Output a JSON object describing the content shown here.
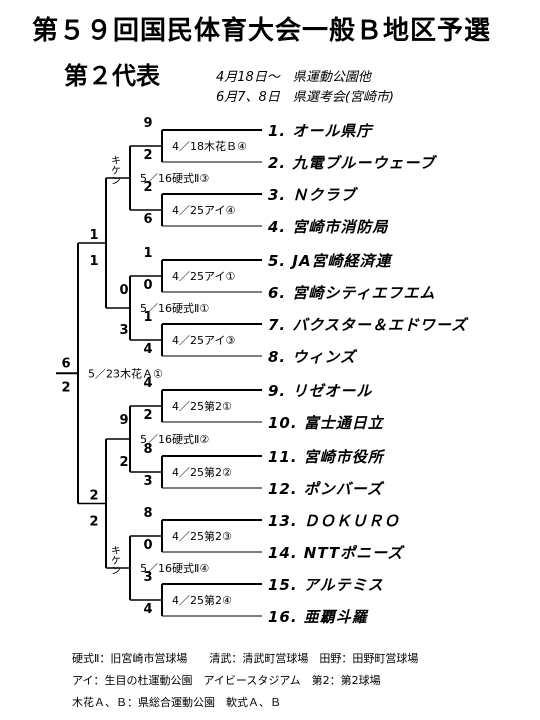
{
  "header": {
    "title": "第５９回国民体育大会一般Ｂ地区予選",
    "subtitle": "第２代表",
    "schedule": [
      "4月18日～　県運動公園他",
      "6月7、8日　県選考会(宮崎市)"
    ]
  },
  "teams": [
    "1. オール県庁",
    "2. 九電ブルーウェーブ",
    "3. Ｎクラブ",
    "4. 宮崎市消防局",
    "5. JA宮崎経済連",
    "6. 宮崎シティエフエム",
    "7. バクスター＆エドワーズ",
    "8. ウィンズ",
    "9. リゼオール",
    "10. 富士通日立",
    "11. 宮崎市役所",
    "12. ポンバーズ",
    "13. ＤＯＫＵＲＯ",
    "14. NTTポニーズ",
    "15. アルテミス",
    "16. 亜覇斗羅"
  ],
  "round1": [
    {
      "scores": [
        "9",
        "2"
      ],
      "label": "4／18木花Ｂ④"
    },
    {
      "scores": [
        "2",
        "6"
      ],
      "label": "4／25アイ④"
    },
    {
      "scores": [
        "1",
        "0"
      ],
      "label": "4／25アイ①"
    },
    {
      "scores": [
        "1",
        "4"
      ],
      "label": "4／25アイ③"
    },
    {
      "scores": [
        "4",
        "2"
      ],
      "label": "4／25第2①"
    },
    {
      "scores": [
        "8",
        "3"
      ],
      "label": "4／25第2②"
    },
    {
      "scores": [
        "8",
        "0"
      ],
      "label": "4／25第2③"
    },
    {
      "scores": [
        "3",
        "4"
      ],
      "label": "4／25第2④"
    }
  ],
  "round2": [
    {
      "scores": [
        "",
        ""
      ],
      "label": "5／16硬式Ⅱ③",
      "note": "キケン"
    },
    {
      "scores": [
        "0",
        "3"
      ],
      "label": "5／16硬式Ⅱ①",
      "note": ""
    },
    {
      "scores": [
        "9",
        "2"
      ],
      "label": "5／16硬式Ⅱ②",
      "note": ""
    },
    {
      "scores": [
        "",
        ""
      ],
      "label": "5／16硬式Ⅱ④",
      "note": "キケン"
    }
  ],
  "round3": [
    {
      "scores": [
        "1",
        "1"
      ],
      "label": ""
    },
    {
      "scores": [
        "2",
        "2"
      ],
      "label": ""
    }
  ],
  "final": {
    "scores": [
      "6",
      "2"
    ],
    "label": "5／23木花Ａ①"
  },
  "legend": [
    "硬式Ⅱ：旧宮崎市営球場　　清武：清武町営球場　田野：田野町営球場",
    "アイ：生目の杜運動公園　アイビースタジアム　第2：第2球場",
    "木花Ａ、Ｂ：県総合運動公園　軟式Ａ、Ｂ"
  ]
}
